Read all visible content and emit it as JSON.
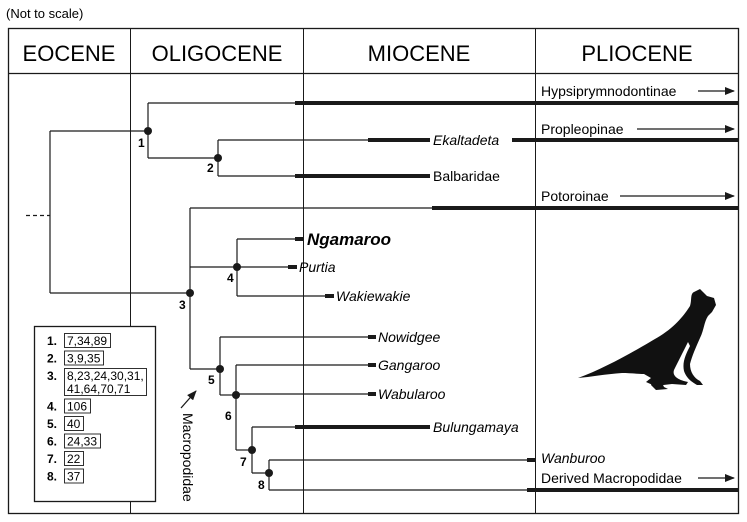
{
  "note": "(Not to scale)",
  "epochs": [
    "EOCENE",
    "OLIGOCENE",
    "MIOCENE",
    "PLIOCENE"
  ],
  "taxa": {
    "hypsi": "Hypsiprymnodontinae",
    "ekaltadeta": "Ekaltadeta",
    "propleo": "Propleopinae",
    "balbaridae": "Balbaridae",
    "potoroinae": "Potoroinae",
    "ngamaroo": "Ngamaroo",
    "purtia": "Purtia",
    "wakiewakie": "Wakiewakie",
    "nowidgee": "Nowidgee",
    "gangaroo": "Gangaroo",
    "wabularoo": "Wabularoo",
    "bulungamaya": "Bulungamaya",
    "wanburoo": "Wanburoo",
    "derived": "Derived Macropodidae"
  },
  "clade_label": "Macropodidae",
  "nodes": [
    "1",
    "2",
    "3",
    "4",
    "5",
    "6",
    "7",
    "8"
  ],
  "key": [
    {
      "num": "1.",
      "refs": [
        "7,34,89"
      ]
    },
    {
      "num": "2.",
      "refs": [
        "3,9,35"
      ]
    },
    {
      "num": "3.",
      "refs": [
        "8,23,24,30,31,",
        "41,64,70,71"
      ]
    },
    {
      "num": "4.",
      "refs": [
        "106"
      ]
    },
    {
      "num": "5.",
      "refs": [
        "40"
      ]
    },
    {
      "num": "6.",
      "refs": [
        "24,33"
      ]
    },
    {
      "num": "7.",
      "refs": [
        "22"
      ]
    },
    {
      "num": "8.",
      "refs": [
        "37"
      ]
    }
  ],
  "colors": {
    "ink": "#1a1a1a",
    "background": "#ffffff"
  },
  "icons": {
    "silhouette": "kangaroo-silhouette-icon"
  }
}
